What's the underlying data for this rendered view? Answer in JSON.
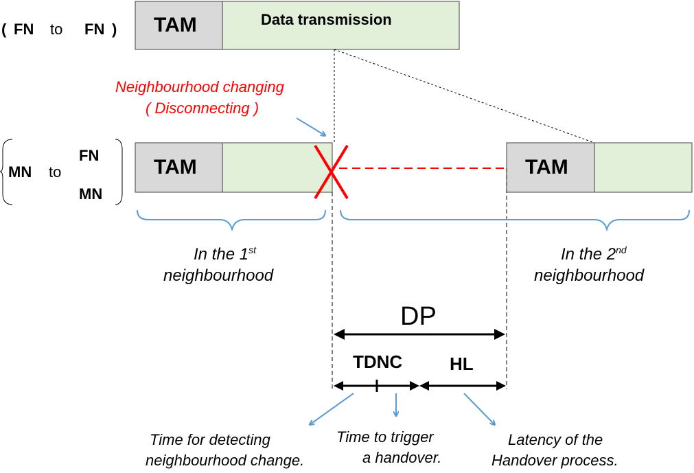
{
  "top_row": {
    "open_paren": "(",
    "from": "FN",
    "to_word": "to",
    "to": "FN",
    "close_paren": ")",
    "tam_label": "TAM",
    "data_label": "Data transmission"
  },
  "event": {
    "line1": "Neighbourhood changing",
    "line2": "( Disconnecting )"
  },
  "mid_row": {
    "from": "MN",
    "to_word": "to",
    "to_upper": "FN",
    "to_lower": "MN",
    "tam_left": "TAM",
    "tam_right": "TAM"
  },
  "neighbourhoods": {
    "first_line1_pre": "In the 1",
    "first_sup": "st",
    "first_line2": "neighbourhood",
    "second_line1_pre": "In the 2",
    "second_sup": "nd",
    "second_line2": "neighbourhood"
  },
  "intervals": {
    "dp": "DP",
    "tdnc": "TDNC",
    "hl": "HL"
  },
  "notes": {
    "detect_line1": "Time for detecting",
    "detect_line2": "neighbourhood change.",
    "trigger_line1": "Time to trigger",
    "trigger_line2": "a handover.",
    "latency_line1": "Latency of the",
    "latency_line2": "Handover process."
  },
  "colors": {
    "tam_fill": "#d9d9d9",
    "data_fill": "#e2efd9",
    "accent_blue": "#5b9bd5",
    "alert_red": "#ff0000"
  }
}
